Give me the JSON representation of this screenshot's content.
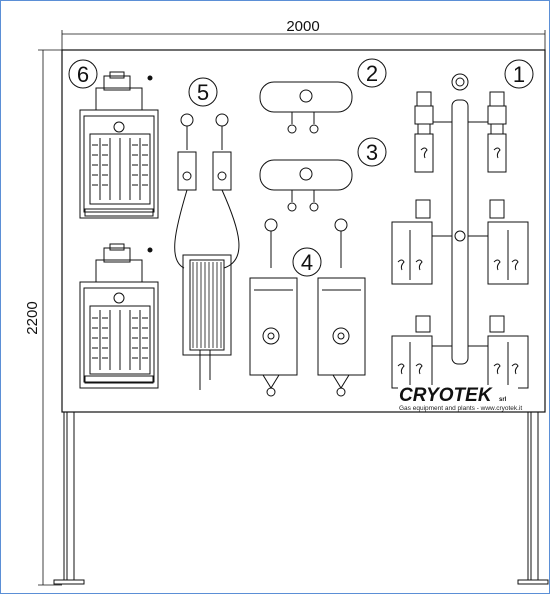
{
  "dimensions": {
    "width_label": "2000",
    "height_label": "2200"
  },
  "callouts": [
    "1",
    "2",
    "3",
    "4",
    "5",
    "6"
  ],
  "brand": {
    "name": "CRYOTEK",
    "suffix": "srl",
    "tagline": "Gas equipment and plants - www.cryotek.it"
  },
  "colors": {
    "line": "#111111",
    "frame_border": "#5b8fd6"
  }
}
